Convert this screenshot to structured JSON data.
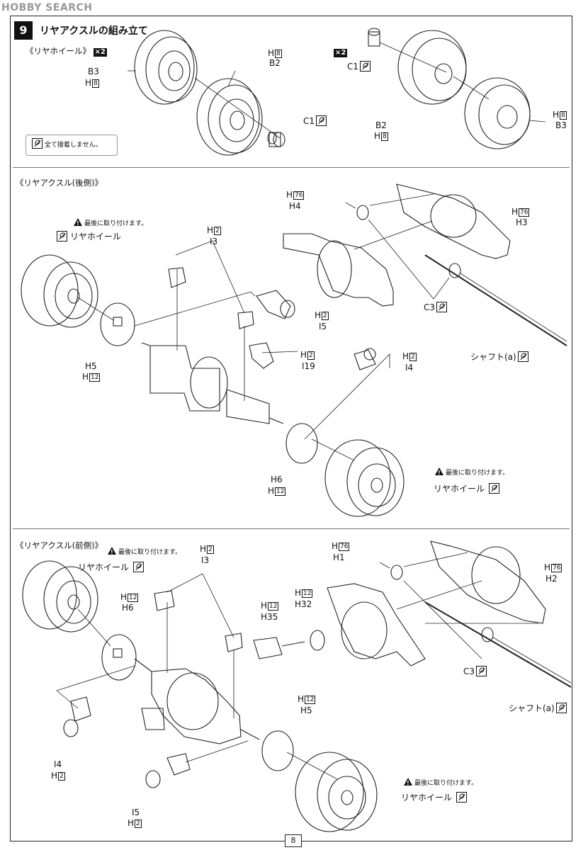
{
  "watermark": {
    "logo": "HOBBY SEARCH"
  },
  "step": {
    "number": "9",
    "title": "リヤアクスルの組み立て"
  },
  "wheel_section": {
    "subtitle": "《リヤホイール》",
    "multiplier": "×2",
    "note": "全て接着しません。",
    "left_labels": {
      "b3": "B3",
      "h8_b3": "H",
      "b2": "B2",
      "h8_b2": "H",
      "c1": "C1"
    },
    "right_labels": {
      "c1": "C1",
      "b2": "B2",
      "h8_b2": "H",
      "b3": "B3",
      "h8_b3": "H"
    },
    "box8": "8"
  },
  "rear_axle_back": {
    "subtitle": "《リヤアクスル(後側)》",
    "warn_text_1": "最後に取り付けます。",
    "wheel_label_1": "リヤホイール",
    "warn_text_2": "最後に取り付けます。",
    "wheel_label_2": "リヤホイール",
    "h4": "H4",
    "h76_h4": "H",
    "h3": "H3",
    "h76_h3": "H",
    "c3": "C3",
    "shaft": "シャフト(a)",
    "i3": "I3",
    "h2_i3": "H",
    "i5": "I5",
    "h2_i5": "H",
    "i19": "I19",
    "h2_i19": "H",
    "i4": "I4",
    "h2_i4": "H",
    "h5": "H5",
    "h12_h5": "H",
    "h6": "H6",
    "h12_h6": "H",
    "box76": "76",
    "box2": "2",
    "box12": "12"
  },
  "rear_axle_front": {
    "subtitle": "《リヤアクスル(前側)》",
    "warn_text_1": "最後に取り付けます。",
    "wheel_label_1": "リヤホイール",
    "warn_text_2": "最後に取り付けます。",
    "wheel_label_2": "リヤホイール",
    "i3": "I3",
    "h2_i3": "H",
    "h6": "H6",
    "h12_h6": "H",
    "h35": "H35",
    "h12_h35": "H",
    "h32": "H32",
    "h12_h32": "H",
    "h1": "H1",
    "h76_h1": "H",
    "h2": "H2",
    "h76_h2": "H",
    "c3": "C3",
    "shaft": "シャフト(a)",
    "h5": "H5",
    "h12_h5": "H",
    "i4": "I4",
    "h2_i4": "H",
    "i5": "I5",
    "h2_i5": "H",
    "box76": "76",
    "box2": "2",
    "box12": "12"
  },
  "page_number": "8"
}
